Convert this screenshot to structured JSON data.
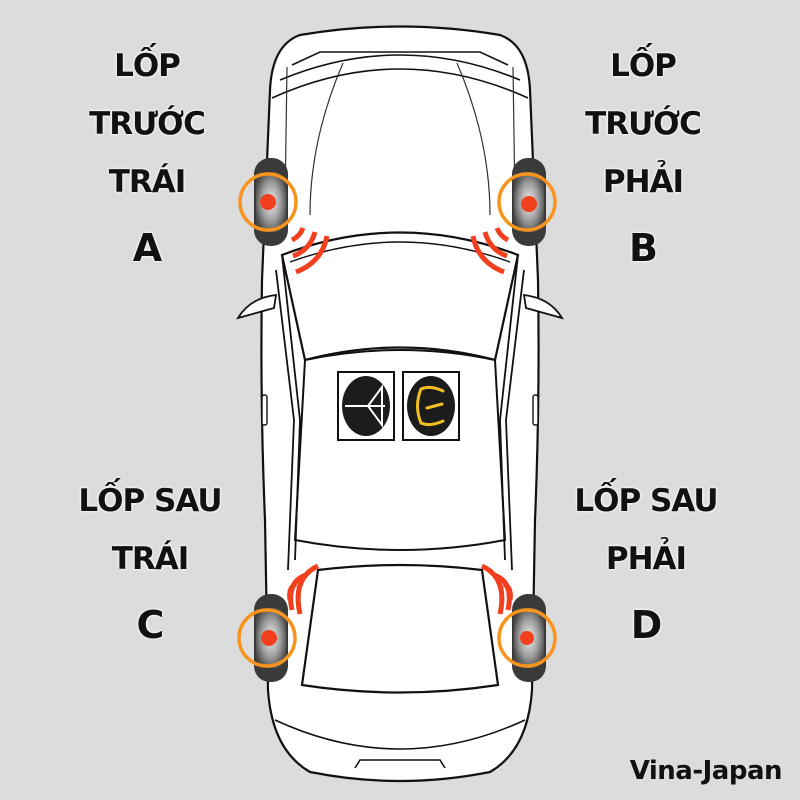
{
  "title": "Tire pressure sensor positions",
  "tires": [
    {
      "id": "A",
      "line1": "LỐP TRƯỚC",
      "line2": "TRÁI",
      "letter": "A"
    },
    {
      "id": "B",
      "line1": "LỐP TRƯỚC",
      "line2": "PHẢI",
      "letter": "B"
    },
    {
      "id": "C",
      "line1": "LỐP SAU",
      "line2": "TRÁI",
      "letter": "C"
    },
    {
      "id": "D",
      "line1": "LỐP SAU",
      "line2": "PHẢI",
      "letter": "D"
    }
  ],
  "dashboard_icons": [
    {
      "name": "antenna-signal-icon",
      "color": "#ffffff"
    },
    {
      "name": "tpms-warning-icon",
      "color": "#f0c020"
    }
  ],
  "brand": "Vina-Japan",
  "colors": {
    "background": "#dcdcdc",
    "ring": "#f7941d",
    "sensor_dot": "#f2401e",
    "signal_waves": "#f2401e",
    "tire": "#3a3a3a"
  }
}
